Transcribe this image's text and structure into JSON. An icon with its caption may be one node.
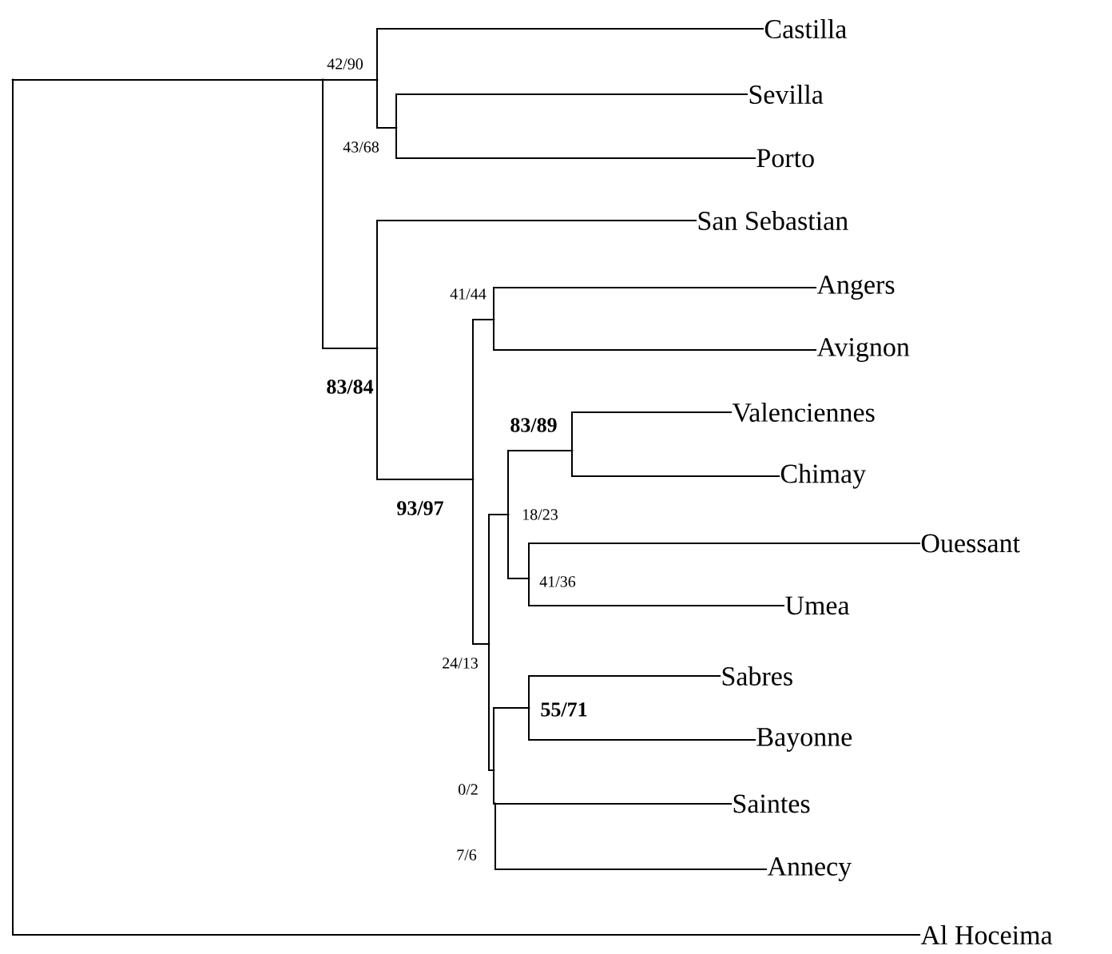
{
  "diagram": {
    "nodes": [
      {
        "text": [],
        "shape": "point"
      },
      {
        "text": [],
        "shape": "point"
      },
      {
        "text": [],
        "shape": "point",
        "beside": [
          "42/90"
        ]
      },
      {
        "text": [
          "Castilla"
        ]
      },
      {
        "text": [],
        "shape": "point",
        "beside": [
          "43/68"
        ]
      },
      {
        "text": [
          "Sevilla"
        ]
      },
      {
        "text": [
          "Porto"
        ]
      },
      {
        "text": [],
        "shape": "point",
        "beside": [
          "83/84"
        ]
      },
      {
        "text": [
          "San Sebastian"
        ]
      },
      {
        "text": [],
        "shape": "point",
        "beside": [
          "93/97"
        ]
      },
      {
        "text": [],
        "shape": "point",
        "beside": [
          "41/44"
        ]
      },
      {
        "text": [
          "Angers"
        ]
      },
      {
        "text": [
          "Avignon"
        ]
      },
      {
        "text": [],
        "shape": "point",
        "beside": [
          "24/13"
        ]
      },
      {
        "text": [],
        "shape": "point",
        "beside": [
          "18/23"
        ]
      },
      {
        "text": [],
        "shape": "point",
        "beside": [
          "83/89"
        ]
      },
      {
        "text": [
          "Valenciennes"
        ]
      },
      {
        "text": [
          "Chimay"
        ]
      },
      {
        "text": [],
        "shape": "point",
        "beside": [
          "41/36"
        ]
      },
      {
        "text": [
          "Ouessant"
        ]
      },
      {
        "text": [
          "Umea"
        ]
      },
      {
        "text": [],
        "shape": "point",
        "beside": [
          "0/2"
        ]
      },
      {
        "text": [],
        "shape": "point",
        "beside": [
          "55/71"
        ]
      },
      {
        "text": [
          "Sabres"
        ]
      },
      {
        "text": [
          "Bayonne"
        ]
      },
      {
        "text": [],
        "shape": "point",
        "beside": [
          "7/6"
        ]
      },
      {
        "text": [
          "Saintes"
        ]
      },
      {
        "text": [
          "Annecy"
        ]
      },
      {
        "text": [
          "Al Hoceima"
        ]
      }
    ],
    "edges": [
      {
        "from": 0,
        "to": 1,
        "arrow": "none"
      },
      {
        "from": 0,
        "to": 28,
        "arrow": "none"
      },
      {
        "from": 1,
        "to": 2,
        "arrow": "none"
      },
      {
        "from": 1,
        "to": 7,
        "arrow": "none"
      },
      {
        "from": 2,
        "to": 3,
        "arrow": "none"
      },
      {
        "from": 2,
        "to": 4,
        "arrow": "none"
      },
      {
        "from": 4,
        "to": 5,
        "arrow": "none"
      },
      {
        "from": 4,
        "to": 6,
        "arrow": "none"
      },
      {
        "from": 7,
        "to": 8,
        "arrow": "none"
      },
      {
        "from": 7,
        "to": 9,
        "arrow": "none"
      },
      {
        "from": 9,
        "to": 10,
        "arrow": "none"
      },
      {
        "from": 9,
        "to": 13,
        "arrow": "none"
      },
      {
        "from": 10,
        "to": 11,
        "arrow": "none"
      },
      {
        "from": 10,
        "to": 12,
        "arrow": "none"
      },
      {
        "from": 13,
        "to": 14,
        "arrow": "none"
      },
      {
        "from": 13,
        "to": 21,
        "arrow": "none"
      },
      {
        "from": 14,
        "to": 15,
        "arrow": "none"
      },
      {
        "from": 14,
        "to": 18,
        "arrow": "none"
      },
      {
        "from": 15,
        "to": 16,
        "arrow": "none"
      },
      {
        "from": 15,
        "to": 17,
        "arrow": "none"
      },
      {
        "from": 18,
        "to": 19,
        "arrow": "none"
      },
      {
        "from": 18,
        "to": 20,
        "arrow": "none"
      },
      {
        "from": 21,
        "to": 22,
        "arrow": "none"
      },
      {
        "from": 21,
        "to": 25,
        "arrow": "none"
      },
      {
        "from": 22,
        "to": 23,
        "arrow": "none"
      },
      {
        "from": 22,
        "to": 24,
        "arrow": "none"
      },
      {
        "from": 25,
        "to": 26,
        "arrow": "none"
      },
      {
        "from": 25,
        "to": 27,
        "arrow": "none"
      }
    ]
  }
}
